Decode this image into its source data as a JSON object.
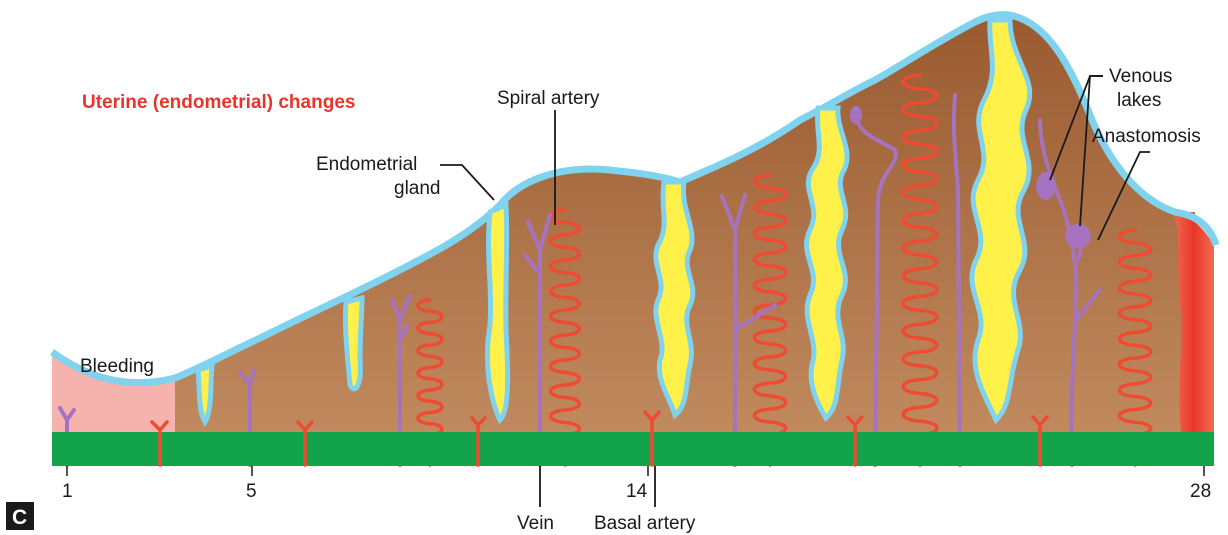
{
  "title": "Uterine (endometrial) changes",
  "panel_letter": "C",
  "labels": {
    "bleeding": "Bleeding",
    "endometrial_gland_line1": "Endometrial",
    "endometrial_gland_line2": "gland",
    "spiral_artery": "Spiral artery",
    "venous_lakes_line1": "Venous",
    "venous_lakes_line2": "lakes",
    "anastomosis": "Anastomosis",
    "vein": "Vein",
    "basal_artery": "Basal artery"
  },
  "day_ticks": [
    "1",
    "5",
    "14",
    "28"
  ],
  "colors": {
    "endometrium": "#a8673a",
    "epithelium": "#7fd3ef",
    "gland_secretion": "#fff14a",
    "basal_layer": "#13a34a",
    "artery": "#ef4a32",
    "vein": "#a673c0",
    "bleeding": "#f6b3ae",
    "menstrual_shedding": "#e8352b"
  }
}
